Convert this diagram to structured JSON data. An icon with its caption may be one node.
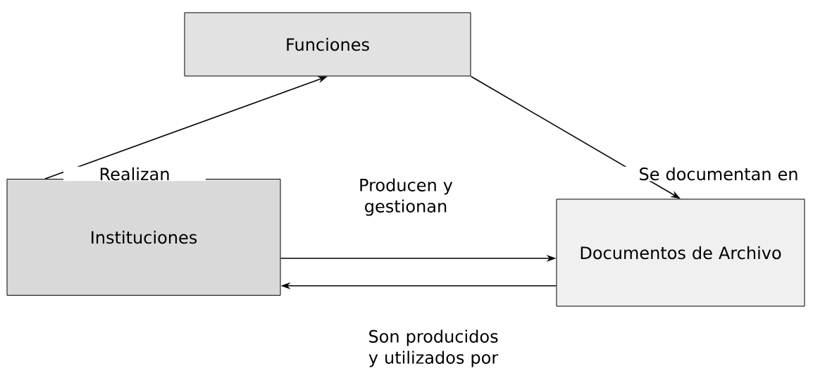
{
  "diagram": {
    "nodes": [
      {
        "text": [
          "Funciones"
        ]
      },
      {
        "text": [
          "Instituciones"
        ]
      },
      {
        "text": [
          "Documentos de Archivo"
        ]
      }
    ],
    "edges": [
      {
        "from": 1,
        "to": 0,
        "arrow": "to",
        "label": "Realizan"
      },
      {
        "from": 0,
        "to": 2,
        "arrow": "to",
        "label": "Se documentan en"
      },
      {
        "from": 1,
        "to": 2,
        "arrow": "to",
        "label": "Producen y gestionan"
      },
      {
        "from": 2,
        "to": 1,
        "arrow": "to",
        "label": "Son producidos y utilizados por"
      }
    ]
  }
}
